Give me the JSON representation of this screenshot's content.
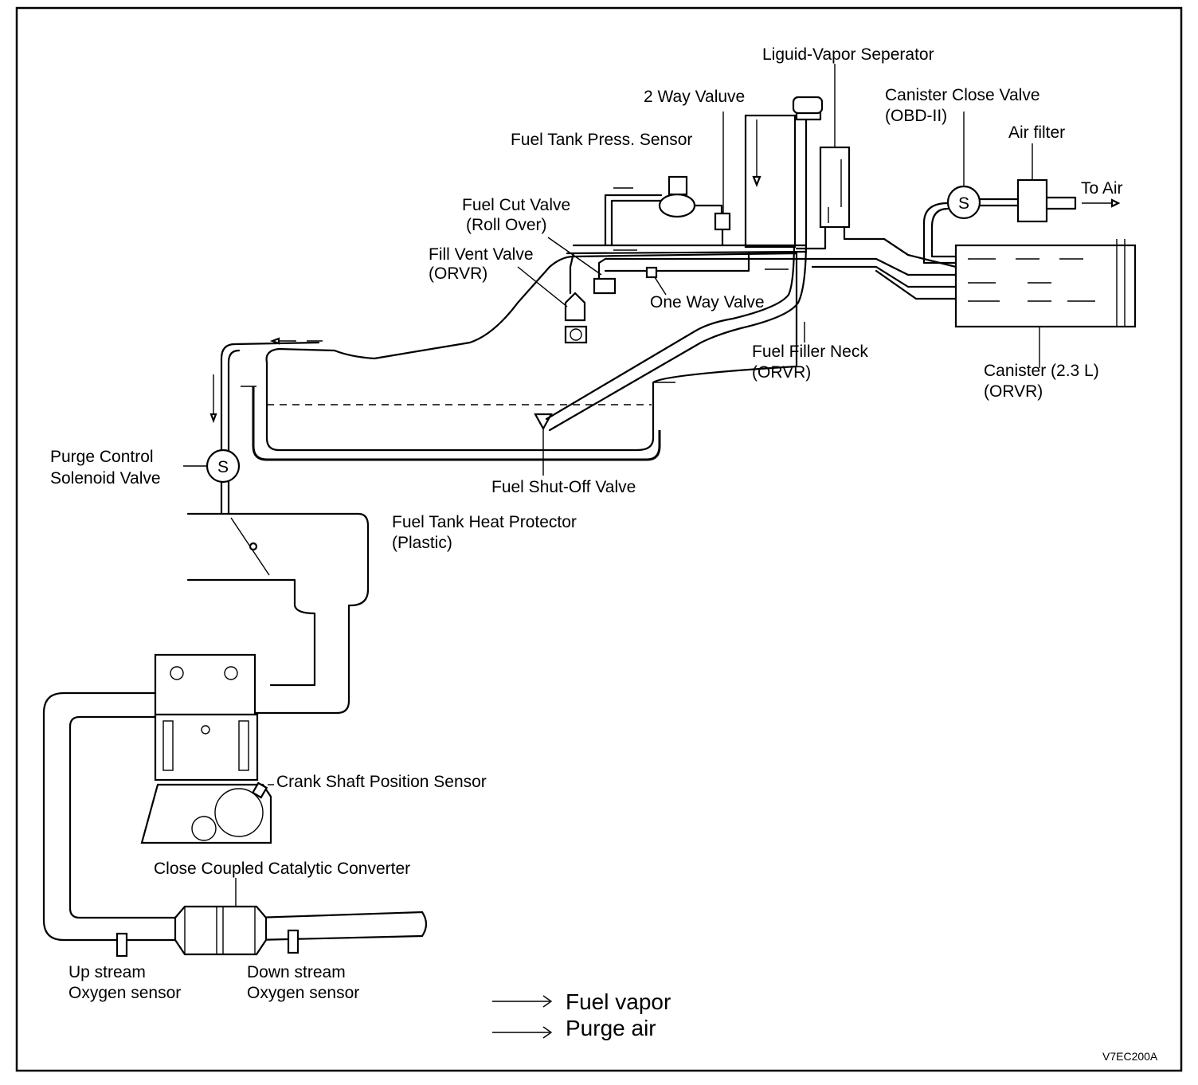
{
  "labels": {
    "liquid_vapor_separator": "Liguid-Vapor Seperator",
    "two_way_valve": "2 Way Valuve",
    "fuel_tank_press_sensor": "Fuel Tank Press. Sensor",
    "fuel_cut_valve_1": "Fuel Cut Valve",
    "fuel_cut_valve_2": "(Roll Over)",
    "fill_vent_valve_1": "Fill Vent Valve",
    "fill_vent_valve_2": "(ORVR)",
    "one_way_valve": "One Way Valve",
    "canister_close_valve_1": "Canister Close Valve",
    "canister_close_valve_2": "(OBD-II)",
    "air_filter": "Air filter",
    "to_air": "To Air",
    "fuel_filler_neck_1": "Fuel Filler Neck",
    "fuel_filler_neck_2": "(ORVR)",
    "canister_1": "Canister (2.3 L)",
    "canister_2": "(ORVR)",
    "purge_control_1": "Purge Control",
    "purge_control_2": "Solenoid Valve",
    "fuel_shut_off_valve": "Fuel Shut-Off Valve",
    "heat_protector_1": "Fuel Tank Heat Protector",
    "heat_protector_2": "(Plastic)",
    "crank_shaft_sensor": "Crank Shaft Position Sensor",
    "catalytic_converter": "Close Coupled Catalytic Converter",
    "upstream_1": "Up stream",
    "upstream_2": "Oxygen sensor",
    "downstream_1": "Down stream",
    "downstream_2": "Oxygen sensor",
    "solenoid_symbol": "S"
  },
  "legend": {
    "fuel_vapor": "Fuel vapor",
    "purge_air": "Purge air"
  },
  "figure_code": "V7EC200A"
}
